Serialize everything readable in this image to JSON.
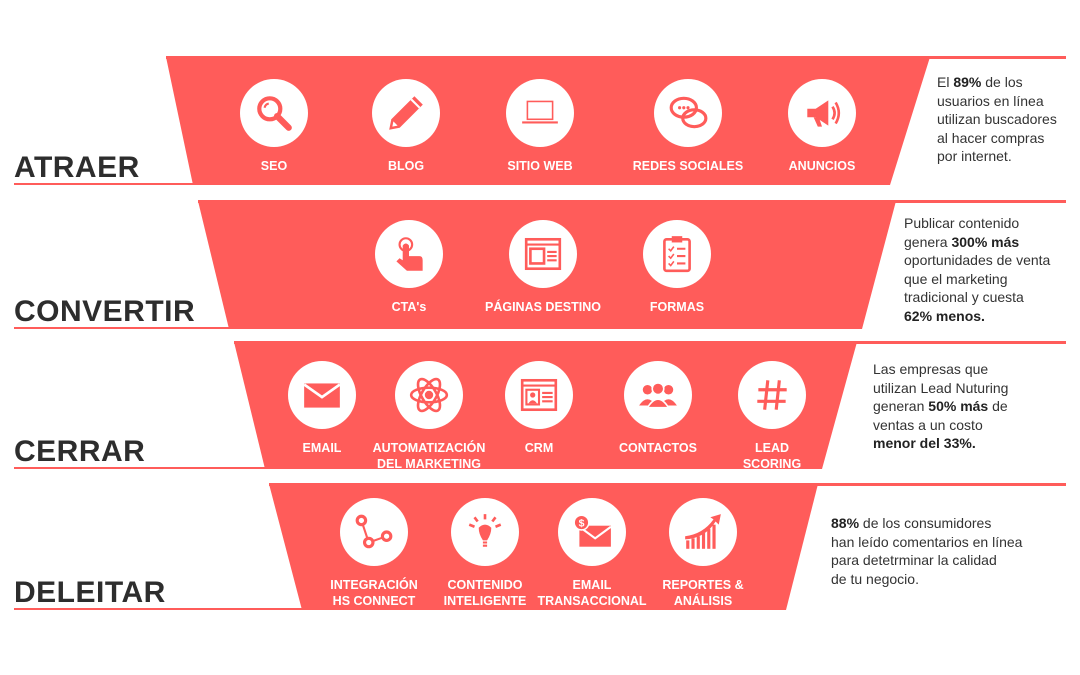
{
  "colors": {
    "accent": "#FF5C5A",
    "title": "#2d2d2d",
    "text": "#333333"
  },
  "stages": [
    {
      "title": "ATRAER",
      "items": [
        {
          "label": "SEO",
          "icon": "search-icon"
        },
        {
          "label": "BLOG",
          "icon": "pencil-icon"
        },
        {
          "label": "SITIO WEB",
          "icon": "laptop-icon"
        },
        {
          "label": "REDES SOCIALES",
          "icon": "chat-bubbles-icon"
        },
        {
          "label": "ANUNCIOS",
          "icon": "megaphone-icon"
        }
      ],
      "stat": [
        [
          {
            "t": "El "
          },
          {
            "t": "89%",
            "b": true
          },
          {
            "t": " de los"
          }
        ],
        [
          {
            "t": "usuarios en línea"
          }
        ],
        [
          {
            "t": "utilizan buscadores"
          }
        ],
        [
          {
            "t": "al hacer compras"
          }
        ],
        [
          {
            "t": "por internet."
          }
        ]
      ]
    },
    {
      "title": "CONVERTIR",
      "items": [
        {
          "label": "CTA's",
          "icon": "pointing-hand-icon"
        },
        {
          "label": "PÁGINAS DESTINO",
          "icon": "landing-page-icon"
        },
        {
          "label": "FORMAS",
          "icon": "clipboard-form-icon"
        }
      ],
      "stat": [
        [
          {
            "t": "Publicar contenido"
          }
        ],
        [
          {
            "t": "genera "
          },
          {
            "t": "300% más",
            "b": true
          }
        ],
        [
          {
            "t": "oportunidades de venta"
          }
        ],
        [
          {
            "t": "que el marketing"
          }
        ],
        [
          {
            "t": "tradicional y cuesta"
          }
        ],
        [
          {
            "t": "62% menos.",
            "b": true
          }
        ]
      ]
    },
    {
      "title": "CERRAR",
      "items": [
        {
          "label": "EMAIL",
          "icon": "envelope-icon"
        },
        {
          "label": "AUTOMATIZACIÓN\nDEL MARKETING",
          "icon": "atom-icon"
        },
        {
          "label": "CRM",
          "icon": "contact-card-icon"
        },
        {
          "label": "CONTACTOS",
          "icon": "people-group-icon"
        },
        {
          "label": "LEAD\nSCORING",
          "icon": "hashtag-icon"
        }
      ],
      "stat": [
        [
          {
            "t": "Las empresas que"
          }
        ],
        [
          {
            "t": "utilizan Lead Nuturing"
          }
        ],
        [
          {
            "t": "generan "
          },
          {
            "t": "50% más",
            "b": true
          },
          {
            "t": " de"
          }
        ],
        [
          {
            "t": "ventas a un costo"
          }
        ],
        [
          {
            "t": "menor del 33%.",
            "b": true
          }
        ]
      ]
    },
    {
      "title": "DELEITAR",
      "items": [
        {
          "label": "INTEGRACIÓN\nHS CONNECT",
          "icon": "connected-nodes-icon"
        },
        {
          "label": "CONTENIDO\nINTELIGENTE",
          "icon": "lightbulb-icon"
        },
        {
          "label": "EMAIL\nTRANSACCIONAL",
          "icon": "money-envelope-icon"
        },
        {
          "label": "REPORTES &\nANÁLISIS",
          "icon": "growth-chart-icon"
        }
      ],
      "stat": [
        [
          {
            "t": "88%",
            "b": true
          },
          {
            "t": " de los consumidores"
          }
        ],
        [
          {
            "t": "han leído comentarios en línea"
          }
        ],
        [
          {
            "t": "para detetrminar la calidad"
          }
        ],
        [
          {
            "t": "de tu negocio."
          }
        ]
      ]
    }
  ]
}
